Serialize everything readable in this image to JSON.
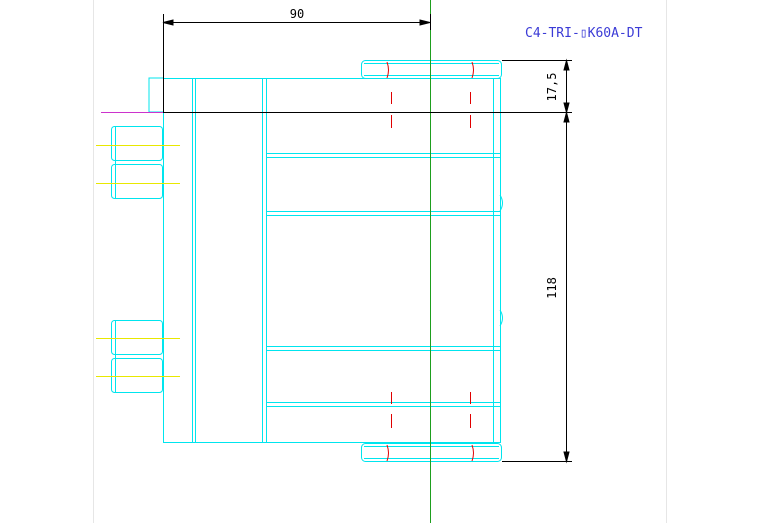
{
  "drawing": {
    "title": "C4-TRI-▯K60A-DT",
    "dimensions": {
      "width": "90",
      "upper_height": "17,5",
      "main_height": "118"
    }
  },
  "colors": {
    "outline": "#00e5ee",
    "dimension": "#000000",
    "title": "#3b3bd6",
    "center_axis": "#1e9e1e",
    "bolt_hidden": "#e00000",
    "bolt_axis": "#e8e800",
    "reference": "#cc33cc"
  }
}
